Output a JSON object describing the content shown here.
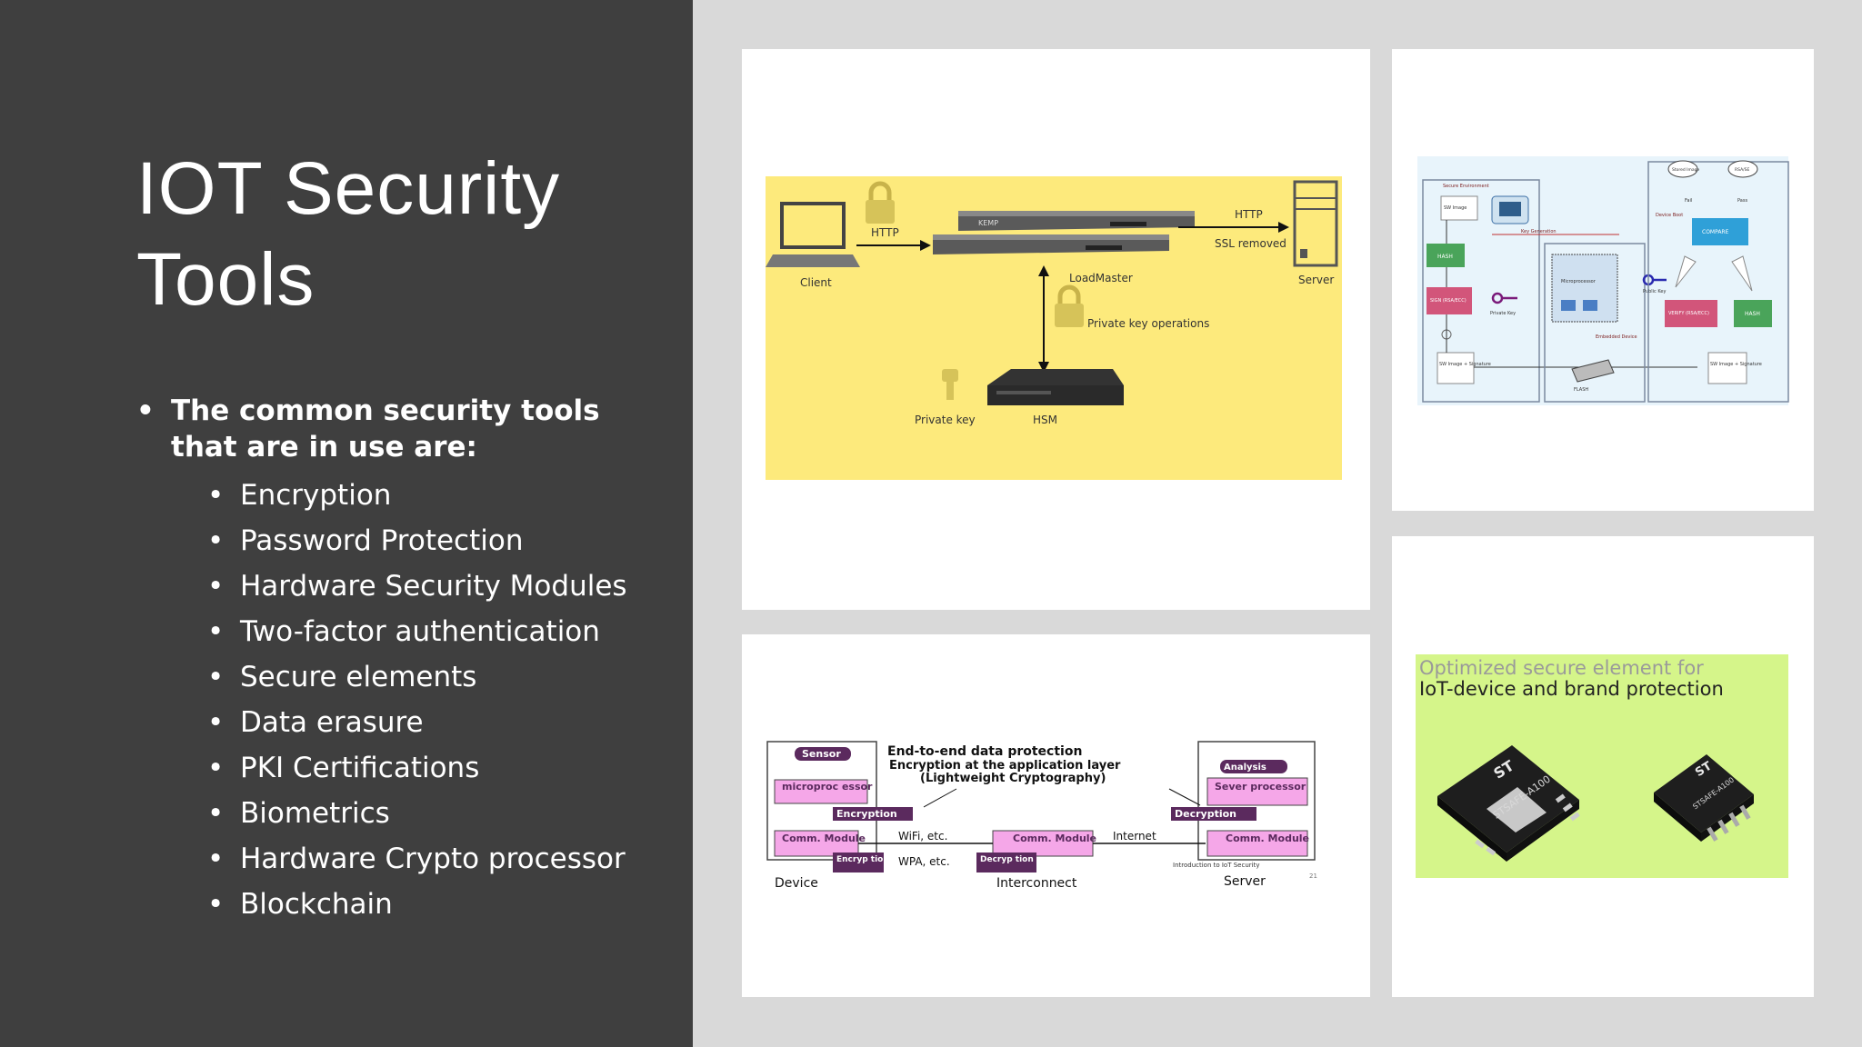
{
  "slide": {
    "title": "IOT Security Tools",
    "lead": "The common security tools that are in use are:",
    "items": [
      "Encryption",
      "Password Protection",
      "Hardware Security Modules",
      "Two-factor authentication",
      "Secure elements",
      "Data erasure",
      "PKI Certifications",
      "Biometrics",
      "Hardware Crypto processor",
      "Blockchain"
    ]
  },
  "fig1": {
    "client": "Client",
    "http_left": "HTTP",
    "http_right": "HTTP",
    "ssl": "SSL removed",
    "server": "Server",
    "loadmaster": "LoadMaster",
    "pko": "Private key operations",
    "pkey": "Private key",
    "hsm": "HSM",
    "brand": "KEMP"
  },
  "fig2": {
    "env": "Secure Environment",
    "swimage": "SW Image",
    "hash1": "HASH",
    "sign": "SIGN (RSA/ECC)",
    "privkey": "Private Key",
    "swimg2": "SW Image + Signature",
    "keygen": "Key Generation",
    "micro": "Microprocessor",
    "embedded": "Embedded Device",
    "flash": "FLASH",
    "pubkey": "Public Key",
    "boot": "Device Boot",
    "stored": "Stored Image",
    "rsa": "RSA/SE",
    "compare": "COMPARE",
    "verify": "VERIFY (RSA/ECC)",
    "hash2": "HASH",
    "fail": "Fail",
    "pass": "Pass",
    "swimg3": "SW Image + Signature"
  },
  "fig3": {
    "t1": "End-to-end data protection",
    "t2": "Encryption at the application layer",
    "t3": "(Lightweight Cryptography)",
    "sensor": "Sensor",
    "micro": "microproc essor",
    "enc": "Encryption",
    "comm1": "Comm. Module",
    "encbox": "Encryp tion",
    "wifi": "WiFi, etc.",
    "wpa": "WPA, etc.",
    "comm2": "Comm. Module",
    "decbox": "Decryp tion",
    "internet": "Internet",
    "analysis": "Analysis",
    "server_proc": "Sever processor",
    "dec": "Decryption",
    "comm3": "Comm. Module",
    "device": "Device",
    "interconnect": "Interconnect",
    "server": "Server",
    "caption": "Introduction to IoT Security",
    "page": "21"
  },
  "fig4": {
    "line1": "Optimized secure element for",
    "line2": "IoT-device and brand protection",
    "logo": "ST",
    "chip1": "STSAFE-A100",
    "chip2": "STSAFE-A100"
  },
  "colors": {
    "left_bg": "#3f3f3f",
    "page_bg": "#d9d9d9",
    "fig1_bg": "#fdea7c",
    "fig2_bg": "#e8f4fb",
    "fig3_pink": "#f5a7e8",
    "fig3_purple": "#5b2a5e",
    "fig4_bg": "#d5f58a"
  }
}
